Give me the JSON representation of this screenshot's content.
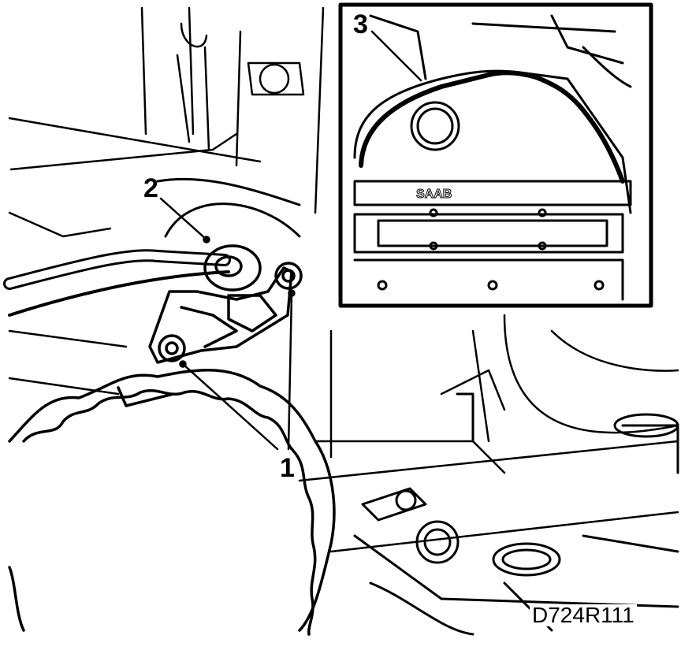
{
  "callouts": {
    "c1": "1",
    "c2": "2",
    "c3": "3"
  },
  "inset": {
    "brand_badge": "SAAB"
  },
  "figure_id": "D724R111"
}
